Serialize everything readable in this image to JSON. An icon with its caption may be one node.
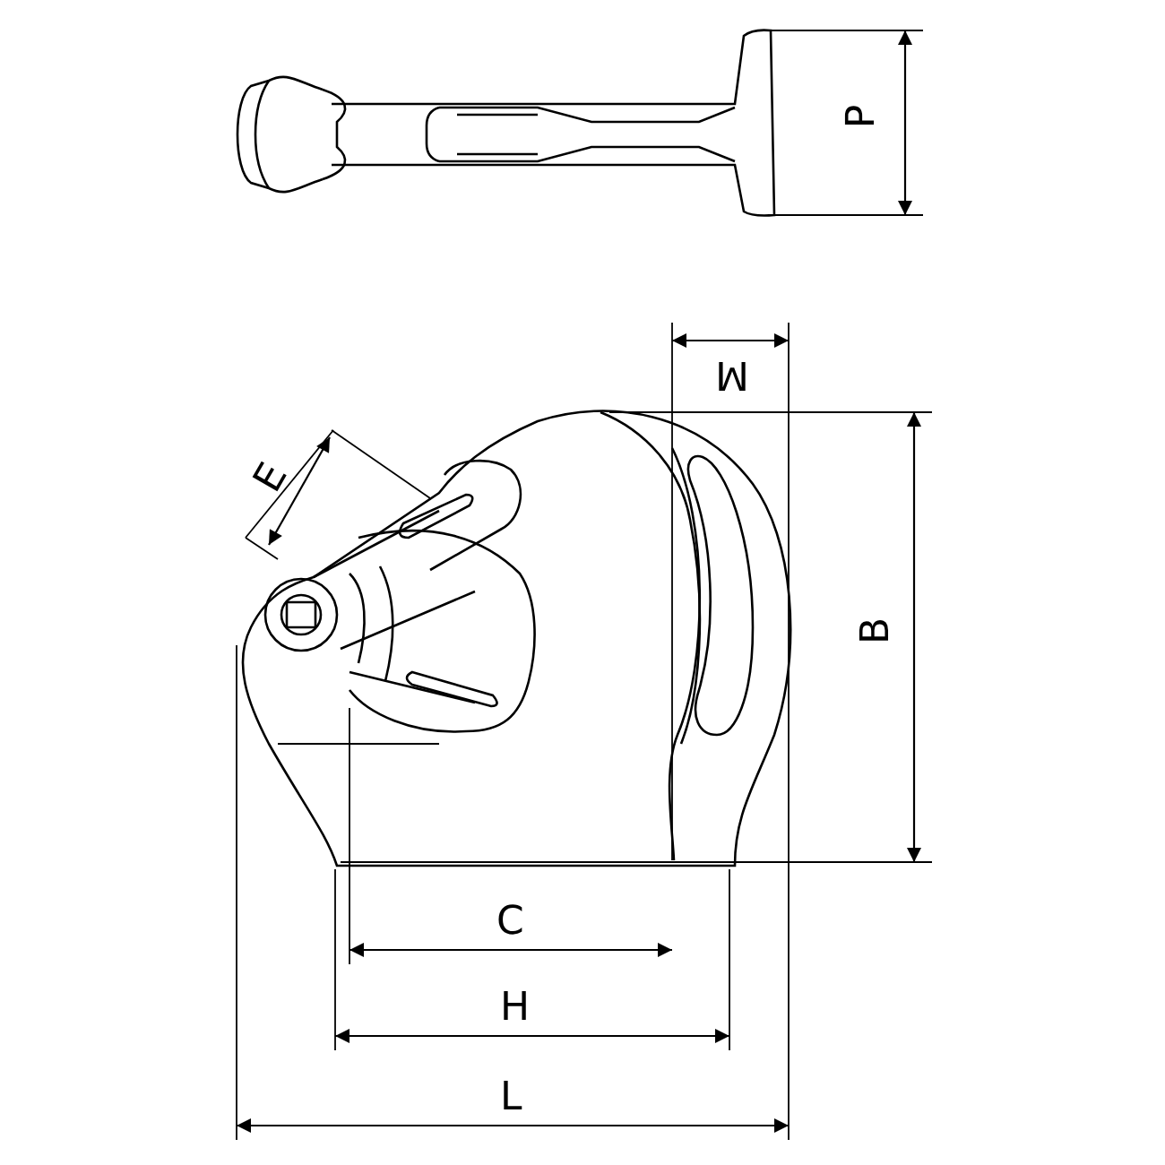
{
  "diagram": {
    "labels": [
      "P",
      "M",
      "E",
      "B",
      "C",
      "H",
      "L"
    ]
  }
}
